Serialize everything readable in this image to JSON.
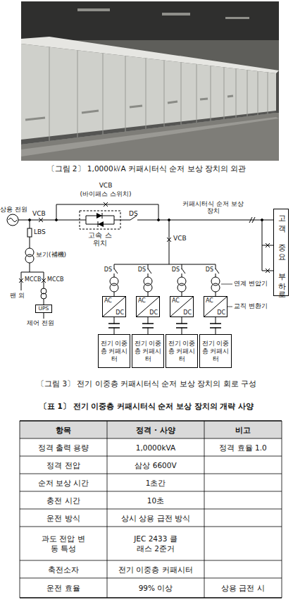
{
  "diagram": {
    "nodes": [
      {
        "text": [
          "고속 스위치"
        ]
      },
      {
        "text": [
          "고객 중요 부하로"
        ]
      },
      {
        "text": [
          "UPS"
        ]
      },
      {
        "text": [
          "AC",
          "DC"
        ]
      },
      {
        "text": [
          "AC",
          "DC"
        ]
      },
      {
        "text": [
          "AC",
          "DC"
        ]
      },
      {
        "text": [
          "AC",
          "DC"
        ]
      },
      {
        "text": [
          "전기 이중층 커패시터"
        ]
      },
      {
        "text": [
          "전기 이중층 커패시터"
        ]
      },
      {
        "text": [
          "전기 이중층 커패시터"
        ]
      },
      {
        "text": [
          "전기 이중층 커패시터"
        ]
      }
    ],
    "edges": [
      {
        "from": 0,
        "to": 1,
        "arrow": "none"
      },
      {
        "from": 3,
        "to": 7,
        "arrow": "none"
      },
      {
        "from": 4,
        "to": 8,
        "arrow": "none"
      },
      {
        "from": 5,
        "to": 9,
        "arrow": "none"
      },
      {
        "from": 6,
        "to": 10,
        "arrow": "none"
      }
    ],
    "labels": [
      "〔그림 2〕 1,0000㎸A 커패시터식 순저 보상 장치의 외관",
      "VCB",
      "(바이패스 스위치)",
      "상용 전원",
      "VCB",
      "DS",
      "커패시터식 순저 보상 장치",
      "VCB",
      "LBS",
      "보기(補機)",
      "MCCB",
      "MCCB",
      "팬 외",
      "제어 전원",
      "DS",
      "DS",
      "DS",
      "DS",
      "연계 변압기",
      "교직 변환기",
      "〔그림 3〕 전기 이중층 커패시터식 순저 보상 장치의 회로 구성",
      "〔표 1〕 전기 이중층 커패시터식 순저 보상 장치의 개략 사양",
      "항목",
      "정격 · 사양",
      "비고",
      "정격 출력 용량",
      "1,0000kVA",
      "정격 효율 1.0",
      "정격 전압",
      "삼상 6600V",
      "순저 보상 시간",
      "1초간",
      "충전 시간",
      "10초",
      "운전 방식",
      "상시 상용 급전 방식",
      "과도 전압 변동 특성",
      "JEC 2433 클래스 2준거",
      "축전소자",
      "전기 이중층 커패시터",
      "운전 효율",
      "99% 이상",
      "상용 급전 시"
    ]
  }
}
